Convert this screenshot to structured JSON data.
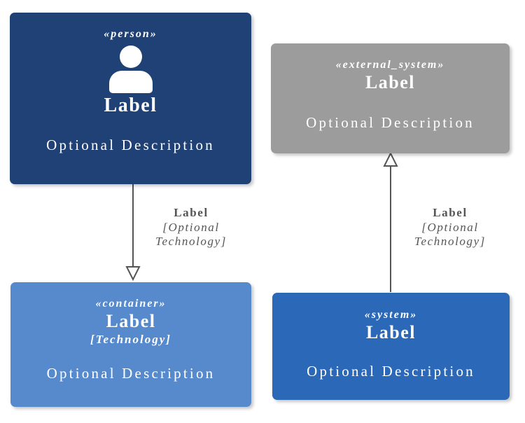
{
  "diagram": {
    "type": "c4-legend",
    "background": "#ffffff",
    "nodes": [
      {
        "id": "person",
        "stereotype": "«person»",
        "label": "Label",
        "technology": "",
        "description": "Optional Description",
        "color": "#1f4175",
        "icon": "person-icon"
      },
      {
        "id": "external_system",
        "stereotype": "«external_system»",
        "label": "Label",
        "technology": "",
        "description": "Optional Description",
        "color": "#9c9c9c",
        "icon": ""
      },
      {
        "id": "container",
        "stereotype": "«container»",
        "label": "Label",
        "technology": "[Technology]",
        "description": "Optional Description",
        "color": "#568acd",
        "icon": ""
      },
      {
        "id": "system",
        "stereotype": "«system»",
        "label": "Label",
        "technology": "",
        "description": "Optional Description",
        "color": "#2c68b8",
        "icon": ""
      }
    ],
    "edges": [
      {
        "id": "person-to-container",
        "from": "person",
        "to": "container",
        "label": "Label",
        "technology_line1": "[Optional",
        "technology_line2": "Technology]",
        "arrowhead": "hollow-triangle-down",
        "line_color": "#555555"
      },
      {
        "id": "system-to-external-system",
        "from": "system",
        "to": "external_system",
        "label": "Label",
        "technology_line1": "[Optional",
        "technology_line2": "Technology]",
        "arrowhead": "hollow-triangle-up",
        "line_color": "#555555"
      }
    ]
  }
}
